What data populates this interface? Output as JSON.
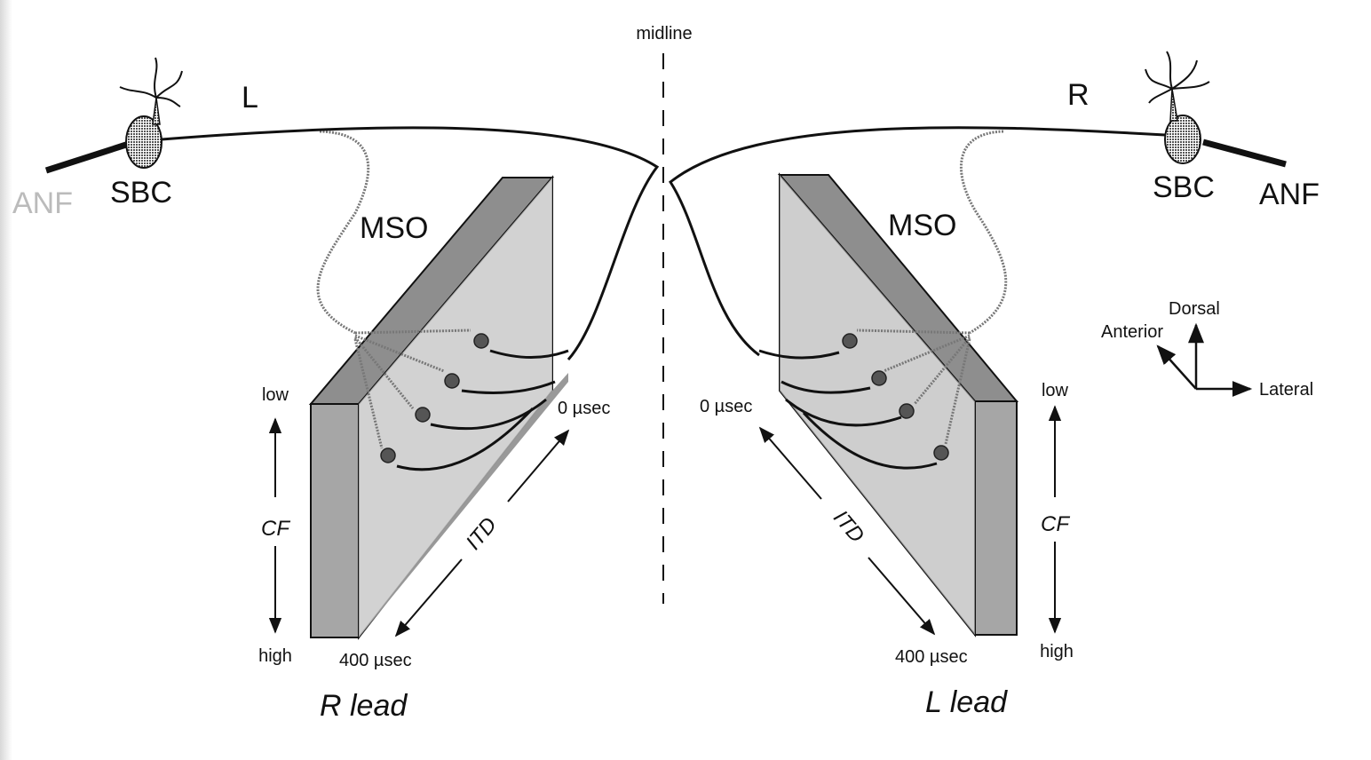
{
  "figure": {
    "midline_label": "midline",
    "left_side": {
      "side_label": "L",
      "neuron_label": "SBC",
      "fiber_label": "ANF",
      "nucleus_label": "MSO",
      "cf_axis": {
        "label": "CF",
        "low": "low",
        "high": "high"
      },
      "itd_axis": {
        "label": "ITD",
        "start": "0 µsec",
        "end": "400 µsec"
      },
      "lead_label": "R lead"
    },
    "right_side": {
      "side_label": "R",
      "neuron_label": "SBC",
      "fiber_label": "ANF",
      "nucleus_label": "MSO",
      "cf_axis": {
        "label": "CF",
        "low": "low",
        "high": "high"
      },
      "itd_axis": {
        "label": "ITD",
        "start": "0 µsec",
        "end": "400 µsec"
      },
      "lead_label": "L lead"
    },
    "orientation": {
      "dorsal": "Dorsal",
      "anterior": "Anterior",
      "lateral": "Lateral"
    },
    "colors": {
      "ink": "#111111",
      "block_dark": "#8a8a8a",
      "block_mid": "#a9a9a9",
      "block_light": "#cfcfcf",
      "block_face": "#e4e4e4",
      "soma": "#555555"
    }
  }
}
